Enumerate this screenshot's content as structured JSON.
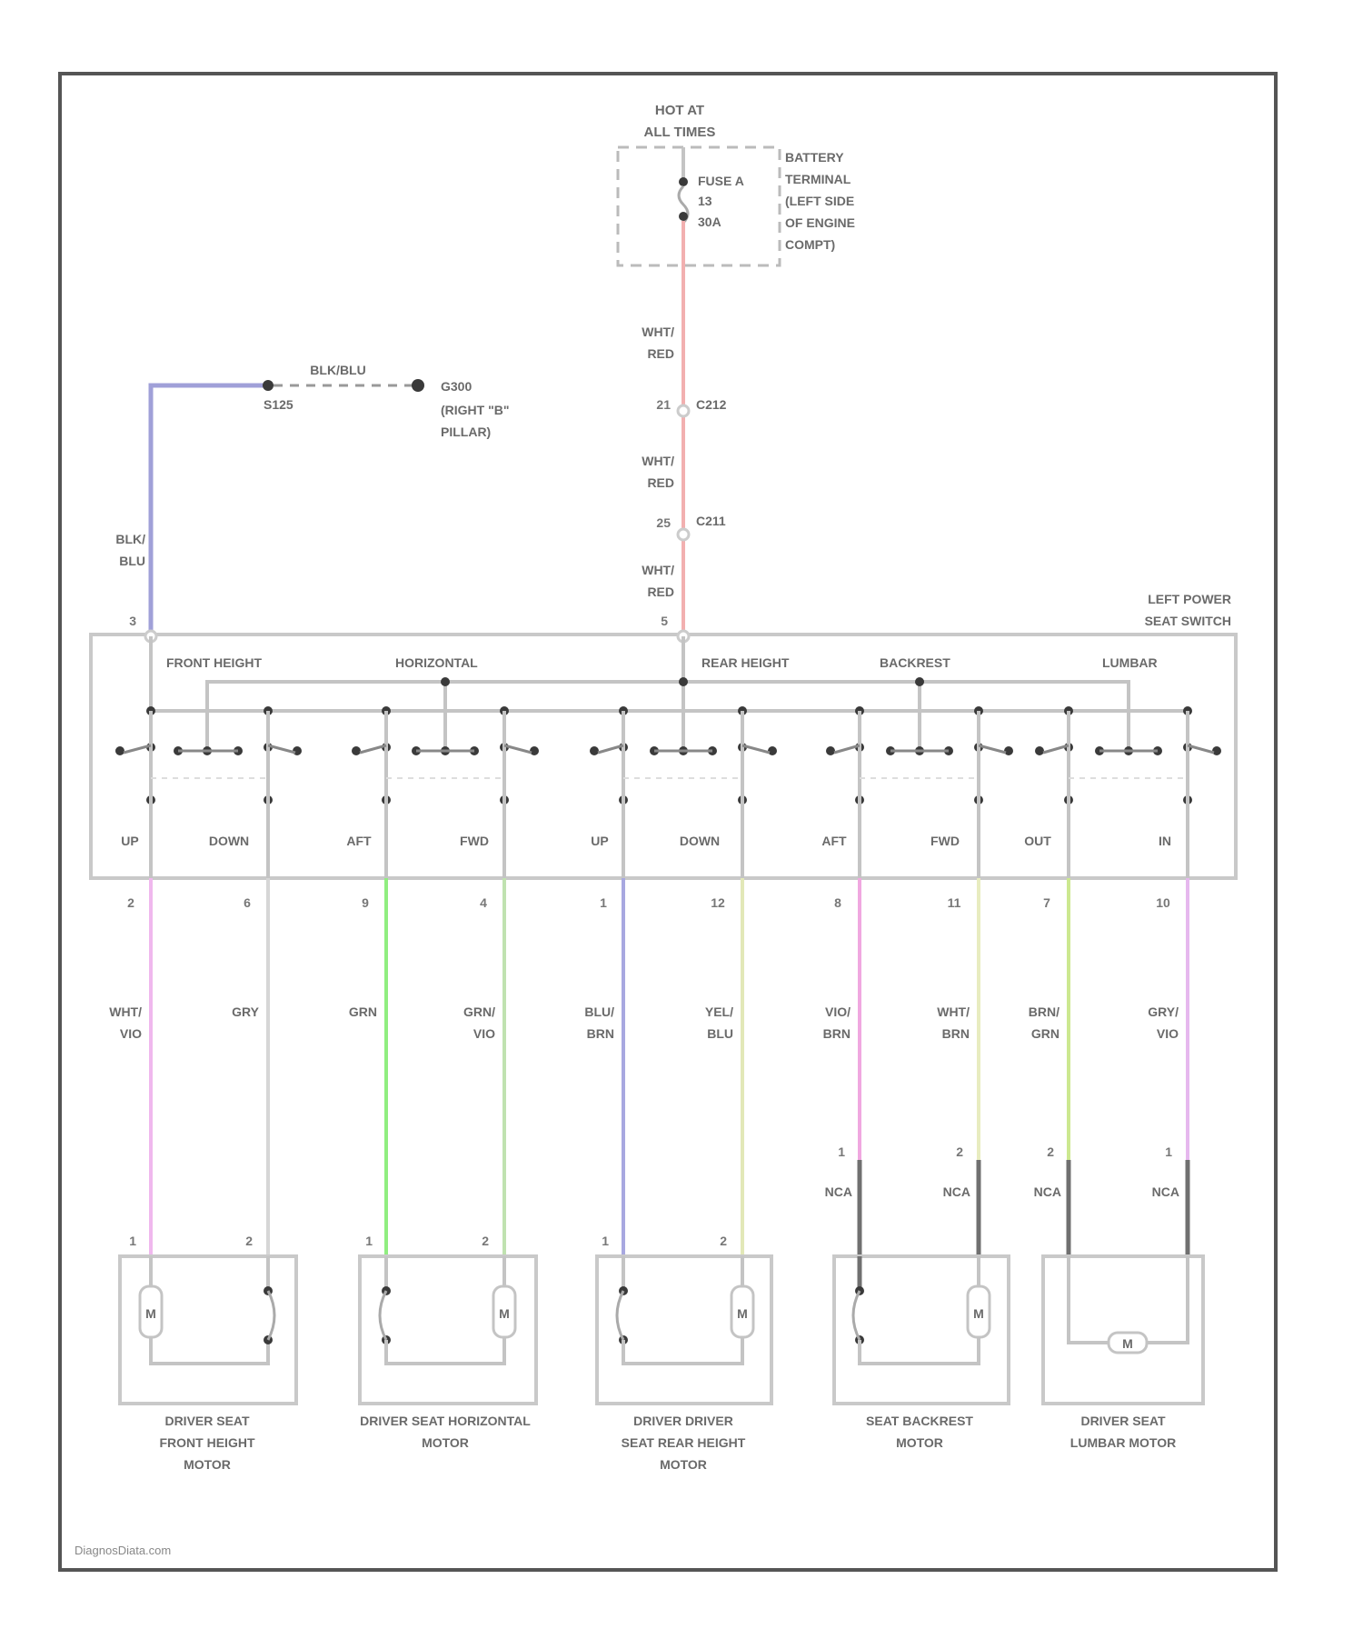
{
  "power": {
    "hot_label_1": "HOT AT",
    "hot_label_2": "ALL TIMES",
    "fuse_label": "FUSE A",
    "fuse_number": "13",
    "fuse_rating": "30A",
    "location_1": "BATTERY",
    "location_2": "TERMINAL",
    "location_3": "(LEFT SIDE",
    "location_4": "OF ENGINE",
    "location_5": "COMPT)"
  },
  "feed_wires": [
    {
      "color_1": "WHT/",
      "color_2": "RED",
      "hex": "#f2b0b0"
    },
    {
      "color_1": "WHT/",
      "color_2": "RED",
      "hex": "#f2b0b0"
    },
    {
      "color_1": "WHT/",
      "color_2": "RED",
      "hex": "#f2b0b0"
    }
  ],
  "connectors": {
    "c1": {
      "pin": "21",
      "name": "C212"
    },
    "c2": {
      "pin": "25",
      "name": "C211"
    }
  },
  "ground": {
    "splice": "S125",
    "wire": "BLK/BLU",
    "ground_name": "G300",
    "ground_loc_1": "(RIGHT \"B\"",
    "ground_loc_2": "PILLAR)",
    "feed_color_1": "BLK/",
    "feed_color_2": "BLU",
    "hex": "#a0a0d8"
  },
  "switch": {
    "title_1": "LEFT POWER",
    "title_2": "SEAT SWITCH",
    "ground_pin": "3",
    "power_pin": "5",
    "sections": [
      "FRONT HEIGHT",
      "HORIZONTAL",
      "REAR HEIGHT",
      "BACKREST",
      "LUMBAR"
    ],
    "positions": [
      "UP",
      "DOWN",
      "AFT",
      "FWD",
      "UP",
      "DOWN",
      "AFT",
      "FWD",
      "OUT",
      "IN"
    ]
  },
  "output_wires": [
    {
      "pin": "2",
      "color_1": "WHT/",
      "color_2": "VIO",
      "hex": "#f0b8ee"
    },
    {
      "pin": "6",
      "color_1": "GRY",
      "color_2": "",
      "hex": "#d6d6d6"
    },
    {
      "pin": "9",
      "color_1": "GRN",
      "color_2": "",
      "hex": "#90ee80"
    },
    {
      "pin": "4",
      "color_1": "GRN/",
      "color_2": "VIO",
      "hex": "#c0e2b0"
    },
    {
      "pin": "1",
      "color_1": "BLU/",
      "color_2": "BRN",
      "hex": "#a8a8e0"
    },
    {
      "pin": "12",
      "color_1": "YEL/",
      "color_2": "BLU",
      "hex": "#e2e8b8"
    },
    {
      "pin": "8",
      "color_1": "VIO/",
      "color_2": "BRN",
      "hex": "#f0a8e0"
    },
    {
      "pin": "11",
      "color_1": "WHT/",
      "color_2": "BRN",
      "hex": "#e8ecc0"
    },
    {
      "pin": "7",
      "color_1": "BRN/",
      "color_2": "GRN",
      "hex": "#cce890"
    },
    {
      "pin": "10",
      "color_1": "GRY/",
      "color_2": "VIO",
      "hex": "#e6b8ee"
    }
  ],
  "nca_pins": [
    "1",
    "2",
    "2",
    "1"
  ],
  "nca_label": "NCA",
  "motor_pins": [
    "1",
    "2",
    "1",
    "2",
    "1",
    "2"
  ],
  "motors": [
    {
      "line_1": "DRIVER SEAT",
      "line_2": "FRONT HEIGHT",
      "line_3": "MOTOR"
    },
    {
      "line_1": "DRIVER SEAT HORIZONTAL",
      "line_2": "MOTOR",
      "line_3": ""
    },
    {
      "line_1": "DRIVER DRIVER",
      "line_2": "SEAT REAR HEIGHT",
      "line_3": "MOTOR"
    },
    {
      "line_1": "SEAT BACKREST",
      "line_2": "MOTOR",
      "line_3": ""
    },
    {
      "line_1": "DRIVER SEAT",
      "line_2": "LUMBAR MOTOR",
      "line_3": ""
    }
  ],
  "motor_symbol": "M",
  "watermark": "DiagnosDiata.com"
}
